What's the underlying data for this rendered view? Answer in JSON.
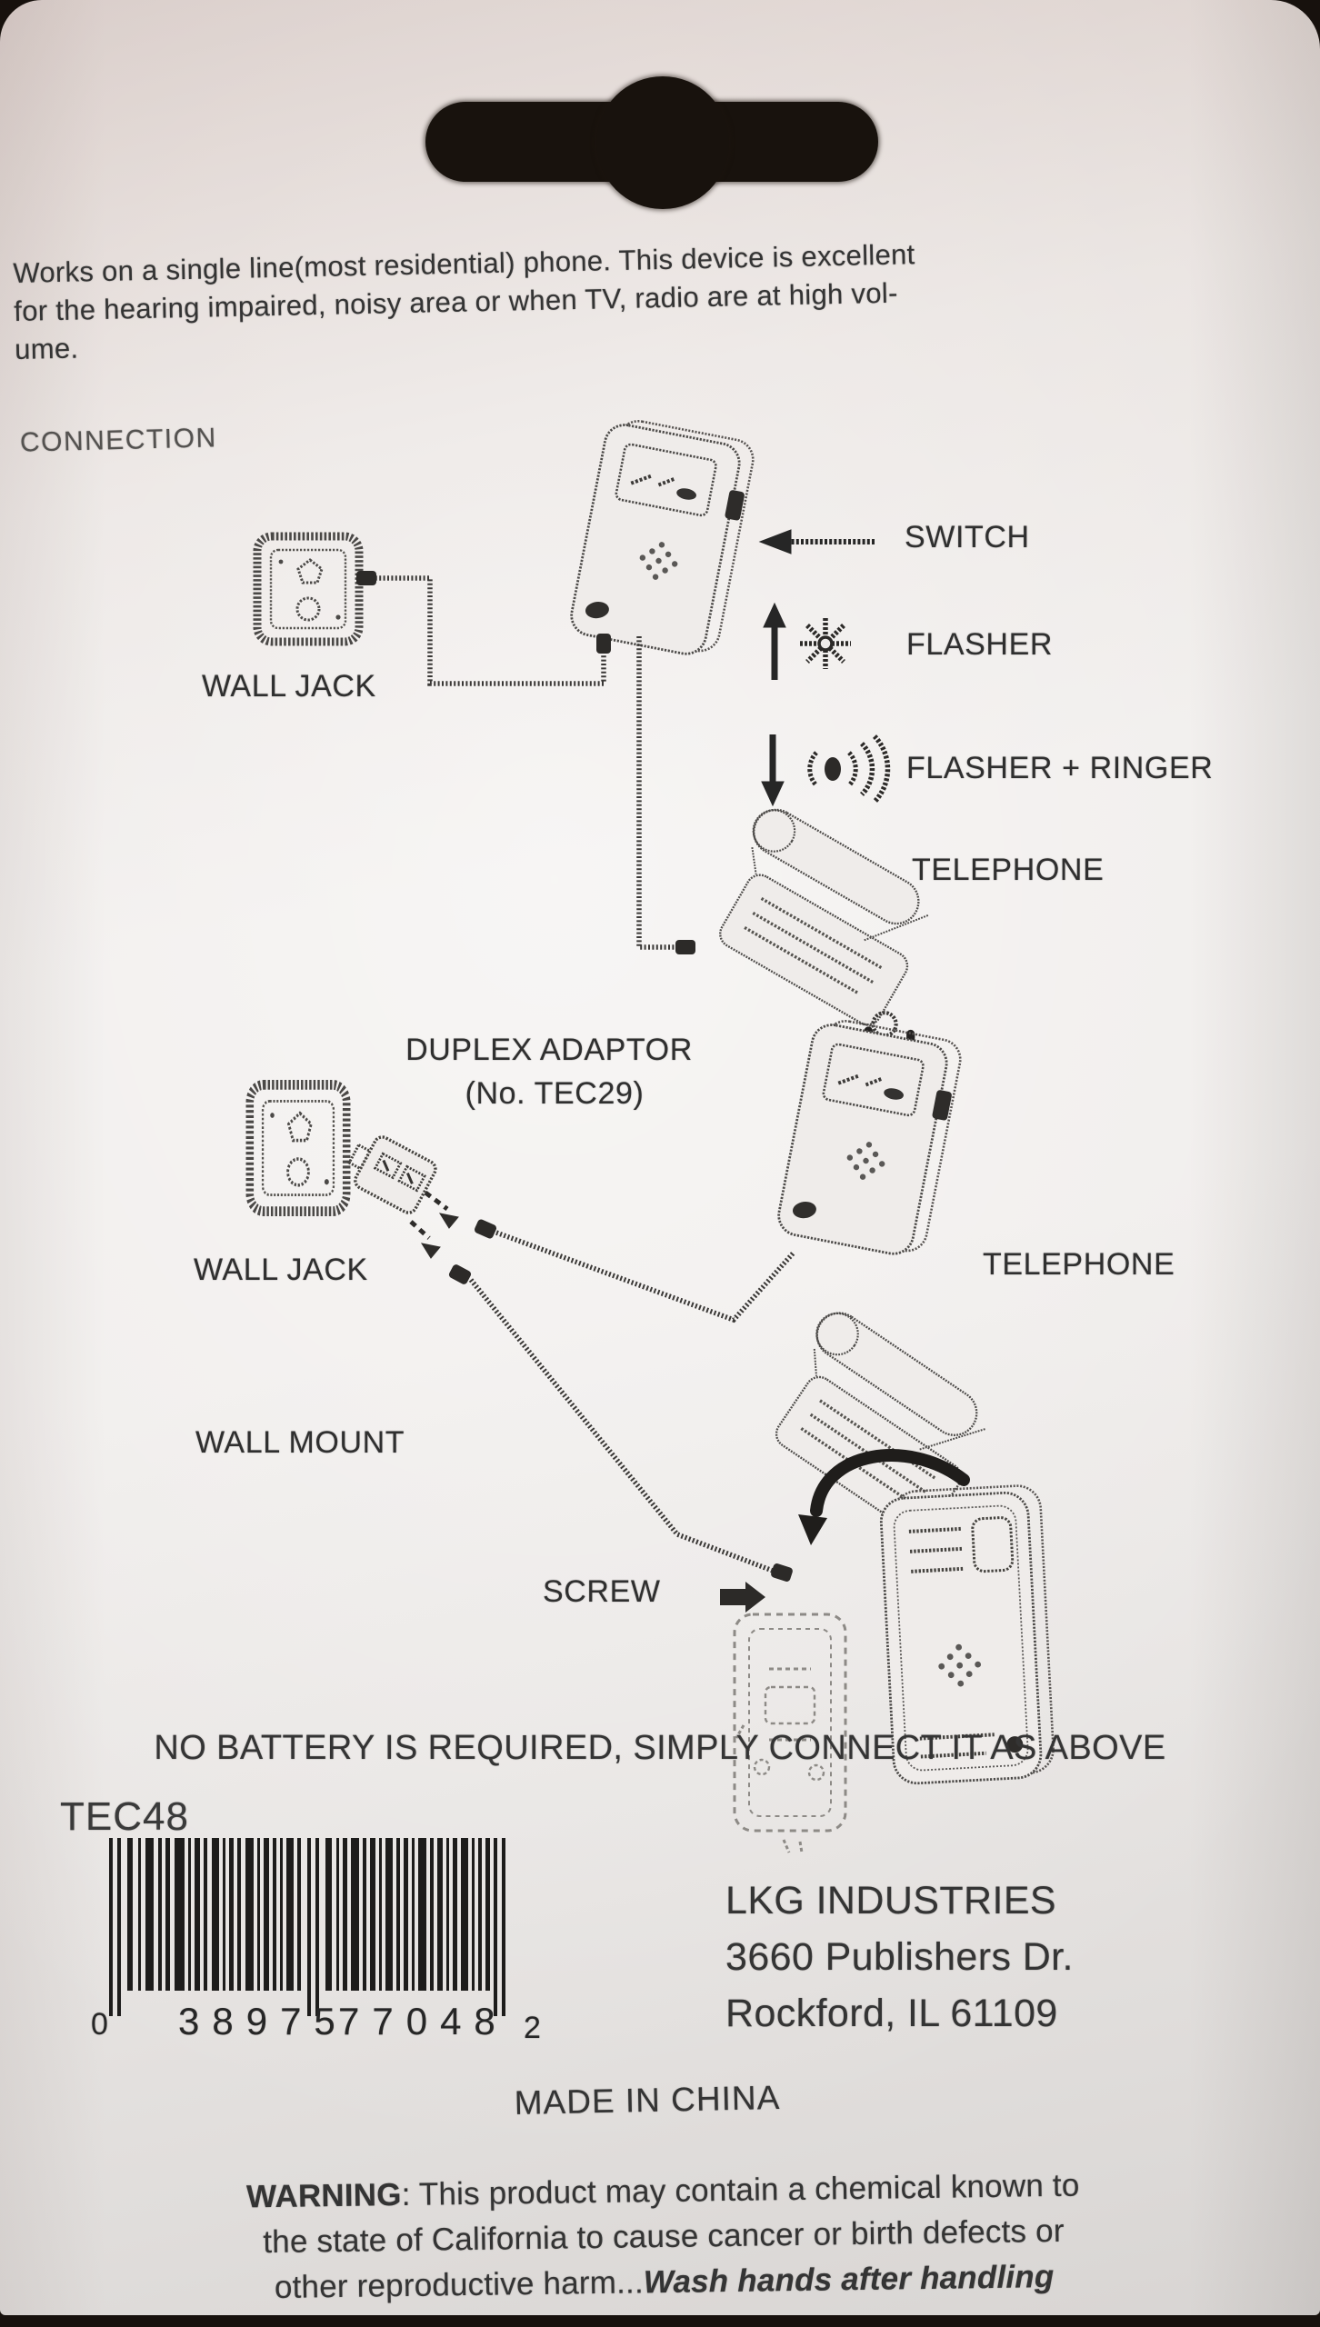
{
  "card": {
    "intro_line1": "Works on a single line(most residential) phone. This device is excellent",
    "intro_line2": "for the hearing impaired, noisy area or when TV, radio are at high vol-",
    "intro_line3": "ume.",
    "connection_heading": "CONNECTION"
  },
  "diagram_top": {
    "switch_label": "SWITCH",
    "flasher_label": "FLASHER",
    "flasher_ringer_label": "FLASHER + RINGER",
    "wall_jack_label": "WALL JACK",
    "telephone_label": "TELEPHONE"
  },
  "diagram_middle": {
    "duplex_adaptor_label": "DUPLEX ADAPTOR",
    "duplex_adaptor_model": "(No. TEC29)",
    "wall_jack_label": "WALL JACK",
    "telephone_label": "TELEPHONE",
    "wall_mount_label": "WALL MOUNT"
  },
  "diagram_bottom": {
    "screw_label": "SCREW",
    "no_battery_note": "NO BATTERY IS REQUIRED, SIMPLY CONNECT IT AS ABOVE"
  },
  "product": {
    "model": "TEC48",
    "upc_digit_system": "0",
    "upc_left": "38975",
    "upc_right": "77048",
    "upc_check": "2"
  },
  "manufacturer": {
    "name": "LKG INDUSTRIES",
    "address_line1": "3660 Publishers Dr.",
    "address_line2": "Rockford, IL 61109",
    "origin": "MADE IN CHINA"
  },
  "warning": {
    "label": "WARNING",
    "line1_rest": ": This product may contain a chemical known to",
    "line2": "the state of California to cause cancer or birth defects or",
    "line3_start": "other reproductive harm...",
    "line3_emphasis": "Wash hands after handling"
  },
  "colors": {
    "ink": "#3d3d3d",
    "bold_ink": "#262626",
    "card_light": "#efecea",
    "card_shadowed": "#d6c9c5",
    "background_dark": "#17110d"
  }
}
